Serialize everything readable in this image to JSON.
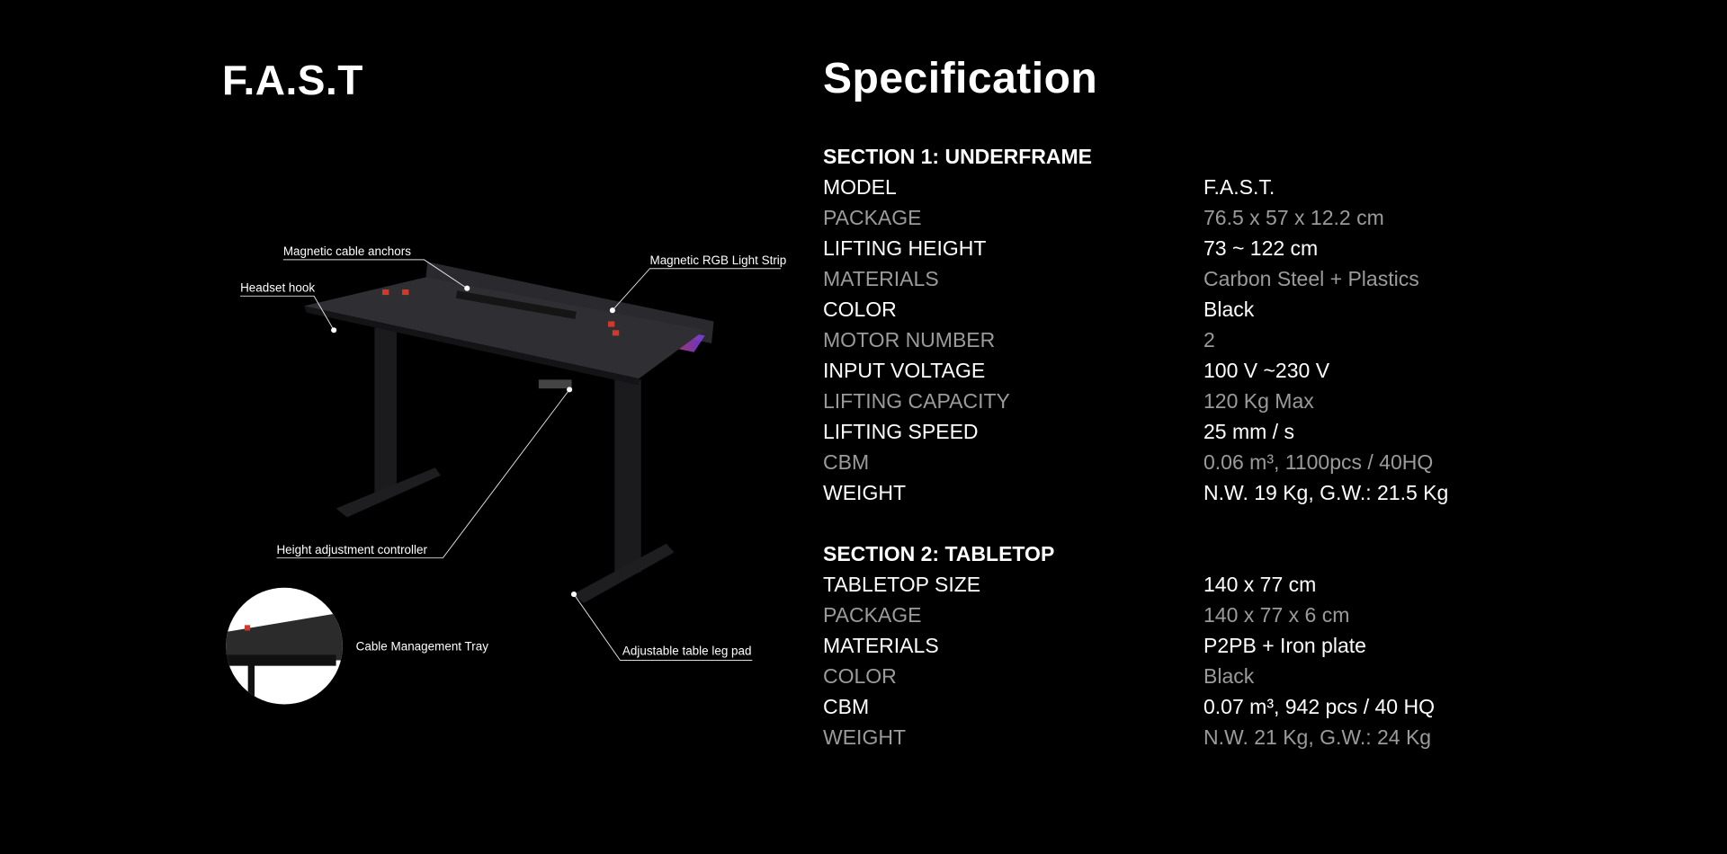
{
  "product_title": "F.A.S.T",
  "spec_title": "Specification",
  "annotations": {
    "cable_anchors": "Magnetic cable anchors",
    "headset_hook": "Headset hook",
    "rgb_strip": "Magnetic RGB Light Strip",
    "height_controller": "Height adjustment controller",
    "cable_tray": "Cable Management Tray",
    "leg_pad": "Adjustable table leg pad"
  },
  "section1": {
    "title": "SECTION 1: UNDERFRAME",
    "rows": [
      {
        "label": "MODEL",
        "value": "F.A.S.T."
      },
      {
        "label": "PACKAGE",
        "value": "76.5 x 57 x 12.2 cm"
      },
      {
        "label": "LIFTING HEIGHT",
        "value": "73 ~ 122 cm"
      },
      {
        "label": "MATERIALS",
        "value": "Carbon Steel + Plastics"
      },
      {
        "label": "COLOR",
        "value": "Black"
      },
      {
        "label": "MOTOR NUMBER",
        "value": "2"
      },
      {
        "label": "INPUT VOLTAGE",
        "value": "100 V ~230 V"
      },
      {
        "label": "LIFTING CAPACITY",
        "value": "120 Kg  Max"
      },
      {
        "label": "LIFTING SPEED",
        "value": "25 mm / s"
      },
      {
        "label": "CBM",
        "value": "0.06 m³, 1100pcs / 40HQ"
      },
      {
        "label": "WEIGHT",
        "value": "N.W. 19 Kg, G.W.: 21.5 Kg"
      }
    ]
  },
  "section2": {
    "title": "SECTION 2: TABLETOP",
    "rows": [
      {
        "label": "TABLETOP SIZE",
        "value": "140 x 77 cm"
      },
      {
        "label": "PACKAGE",
        "value": "140 x 77 x 6 cm"
      },
      {
        "label": "MATERIALS",
        "value": "P2PB + Iron plate"
      },
      {
        "label": "COLOR",
        "value": "Black"
      },
      {
        "label": "CBM",
        "value": "0.07 m³, 942 pcs / 40 HQ"
      },
      {
        "label": "WEIGHT",
        "value": "N.W. 21 Kg, G.W.: 24 Kg"
      }
    ]
  },
  "colors": {
    "background": "#000000",
    "primary_text": "#ffffff",
    "muted_text": "#9b9b9b"
  }
}
